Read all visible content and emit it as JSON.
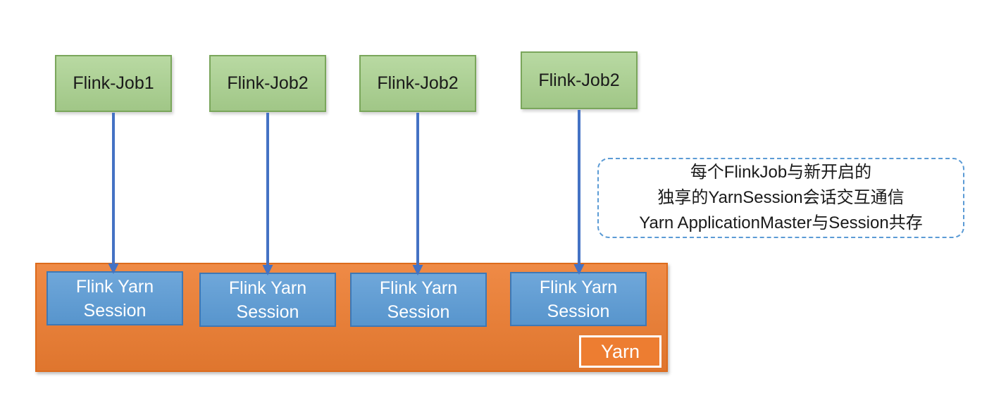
{
  "diagram": {
    "jobs": [
      {
        "label": "Flink-Job1"
      },
      {
        "label": "Flink-Job2"
      },
      {
        "label": "Flink-Job2"
      },
      {
        "label": "Flink-Job2"
      }
    ],
    "sessions": [
      {
        "label": "Flink Yarn\nSession"
      },
      {
        "label": "Flink Yarn\nSession"
      },
      {
        "label": "Flink Yarn\nSession"
      },
      {
        "label": "Flink Yarn\nSession"
      }
    ],
    "yarn_label": "Yarn",
    "annotation": {
      "lines": [
        "每个FlinkJob与新开启的",
        "独享的YarnSession会话交互通信",
        "Yarn ApplicationMaster与Session共存"
      ]
    },
    "colors": {
      "job_fill": "#A9D18E",
      "job_border": "#7AA65B",
      "session_fill": "#5B9BD5",
      "session_border": "#3E78B5",
      "container_fill": "#ED7D31",
      "container_border": "#DD6B1C",
      "arrow": "#4472C4",
      "annotation_border": "#5B9BD5",
      "text_dark": "#1A1A1A",
      "text_light": "#FFFFFF"
    }
  }
}
